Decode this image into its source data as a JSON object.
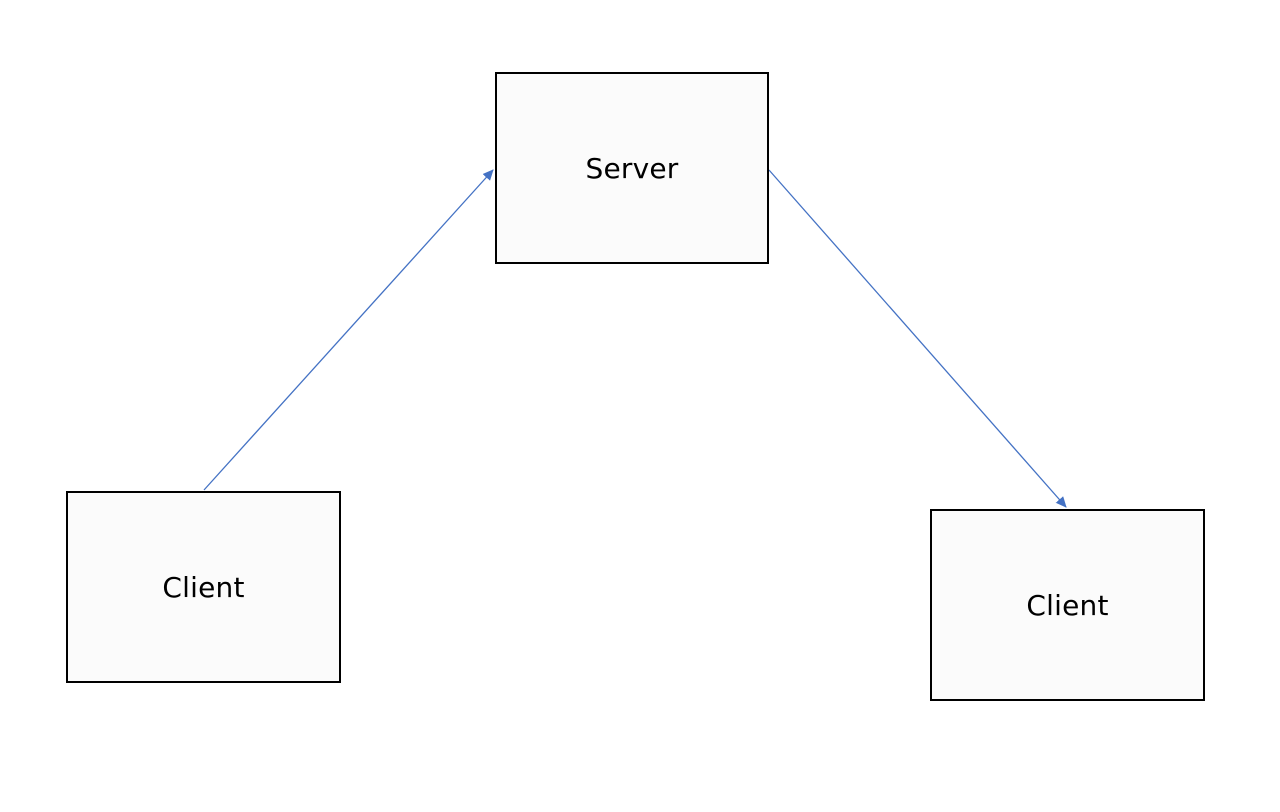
{
  "diagram": {
    "nodes": {
      "server": {
        "label": "Server"
      },
      "client_left": {
        "label": "Client"
      },
      "client_right": {
        "label": "Client"
      }
    },
    "edges": [
      {
        "from": "client_left",
        "to": "server",
        "arrow": "end"
      },
      {
        "from": "server",
        "to": "client_right",
        "arrow": "end"
      }
    ],
    "colors": {
      "edge": "#4472c4",
      "node_border": "#000000",
      "node_fill": "#fbfbfb"
    }
  }
}
